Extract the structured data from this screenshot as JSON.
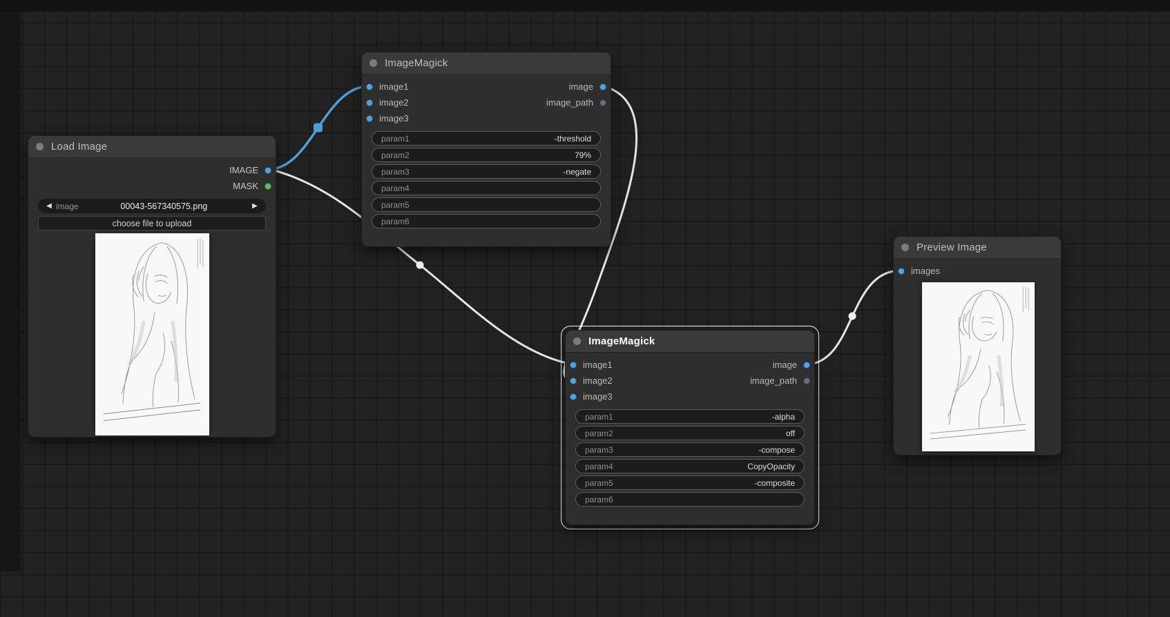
{
  "canvas": {
    "background": "#212121",
    "grid_line_color": "#1a1a1a"
  },
  "colors": {
    "node_bg": "#2e2e2e",
    "node_header": "#3a3a3a",
    "port_image": "#55a1e0",
    "port_mask": "#5fc05f",
    "port_image_path": "#6b6f78",
    "wire_white": "#e4e4e4",
    "wire_blue": "#4d9fd8",
    "selection_outline": "#ffffff"
  },
  "nodes": {
    "load_image": {
      "title": "Load Image",
      "outputs": [
        "IMAGE",
        "MASK"
      ],
      "combo": {
        "label": "image",
        "value": "00043-567340575.png",
        "prev_icon": "◀",
        "next_icon": "▶"
      },
      "upload_button_label": "choose file to upload"
    },
    "imagemagick_top": {
      "title": "ImageMagick",
      "inputs": [
        "image1",
        "image2",
        "image3"
      ],
      "outputs": [
        "image",
        "image_path"
      ],
      "params": [
        {
          "label": "param1",
          "value": "-threshold"
        },
        {
          "label": "param2",
          "value": "79%"
        },
        {
          "label": "param3",
          "value": "-negate"
        },
        {
          "label": "param4",
          "value": ""
        },
        {
          "label": "param5",
          "value": ""
        },
        {
          "label": "param6",
          "value": ""
        }
      ]
    },
    "imagemagick_bottom": {
      "title": "ImageMagick",
      "selected": true,
      "inputs": [
        "image1",
        "image2",
        "image3"
      ],
      "outputs": [
        "image",
        "image_path"
      ],
      "params": [
        {
          "label": "param1",
          "value": "-alpha"
        },
        {
          "label": "param2",
          "value": "off"
        },
        {
          "label": "param3",
          "value": "-compose"
        },
        {
          "label": "param4",
          "value": "CopyOpacity"
        },
        {
          "label": "param5",
          "value": "-composite"
        },
        {
          "label": "param6",
          "value": ""
        }
      ]
    },
    "preview_image": {
      "title": "Preview Image",
      "inputs": [
        "images"
      ]
    }
  }
}
